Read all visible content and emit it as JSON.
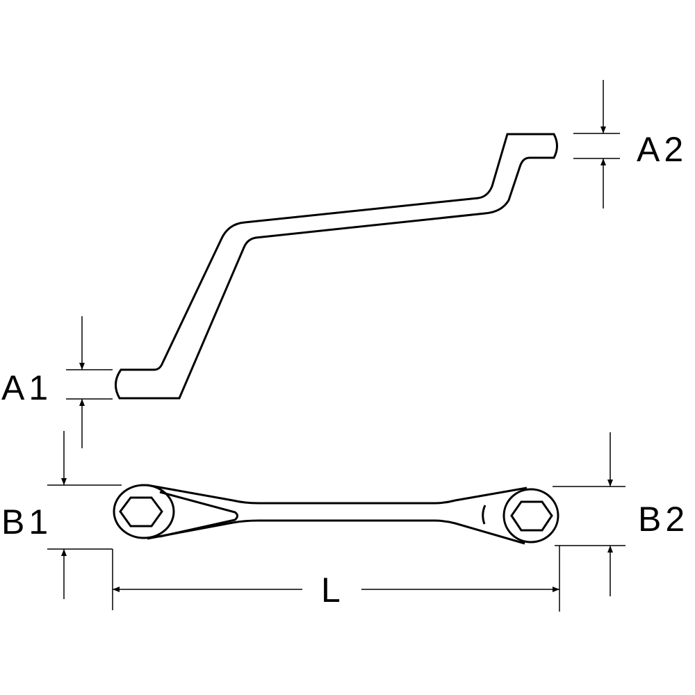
{
  "labels": {
    "a1": "A1",
    "a2": "A2",
    "b1": "B1",
    "b2": "B2",
    "l": "L"
  },
  "colors": {
    "stroke": "#000000",
    "background": "#ffffff"
  }
}
